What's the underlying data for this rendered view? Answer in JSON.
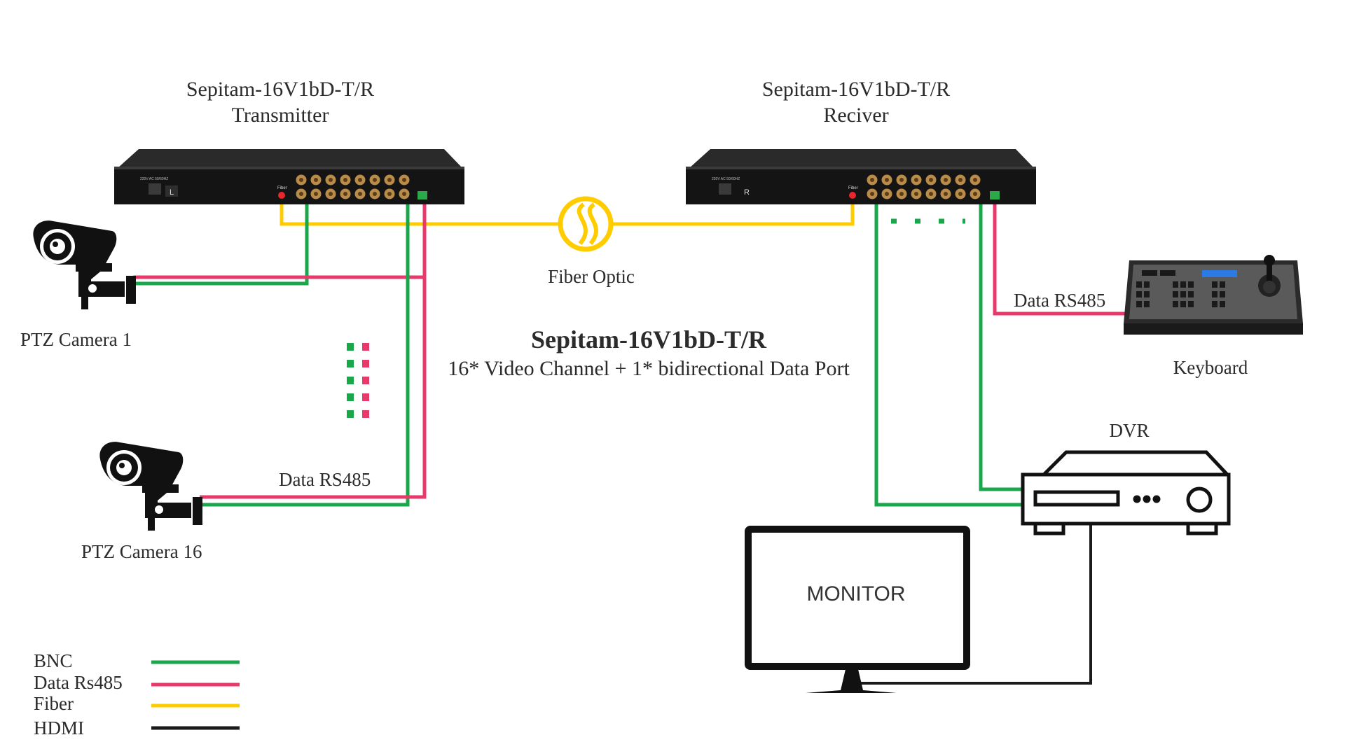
{
  "transmitter": {
    "model": "Sepitam-16V1bD-T/R",
    "role": "Transmitter",
    "panel_power_label": "220V AC 50/60HZ",
    "panel_mark": "L",
    "fiber_port_label": "Fiber"
  },
  "receiver": {
    "model": "Sepitam-16V1bD-T/R",
    "role": "Reciver",
    "panel_power_label": "220V AC 50/60HZ",
    "panel_mark": "R",
    "fiber_port_label": "Fiber"
  },
  "fiber_optic_label": "Fiber Optic",
  "center": {
    "title": "Sepitam-16V1bD-T/R",
    "subtitle": "16* Video Channel + 1* bidirectional Data Port"
  },
  "cameras": {
    "first": "PTZ Camera 1",
    "last": "PTZ Camera 16"
  },
  "data_rs485_camera": "Data RS485",
  "data_rs485_keyboard": "Data RS485",
  "keyboard_label": "Keyboard",
  "dvr_label": "DVR",
  "monitor_label": "MONITOR",
  "legend": [
    {
      "label": "BNC",
      "color": "#1aa64a"
    },
    {
      "label": "Data Rs485",
      "color": "#e8396b"
    },
    {
      "label": "Fiber",
      "color": "#ffcc00"
    },
    {
      "label": "HDMI",
      "color": "#1a1a1a"
    }
  ],
  "colors": {
    "bnc": "#1aa64a",
    "rs485": "#e8396b",
    "fiber": "#ffcc00",
    "hdmi": "#1a1a1a",
    "device": "#1c1c1c"
  }
}
